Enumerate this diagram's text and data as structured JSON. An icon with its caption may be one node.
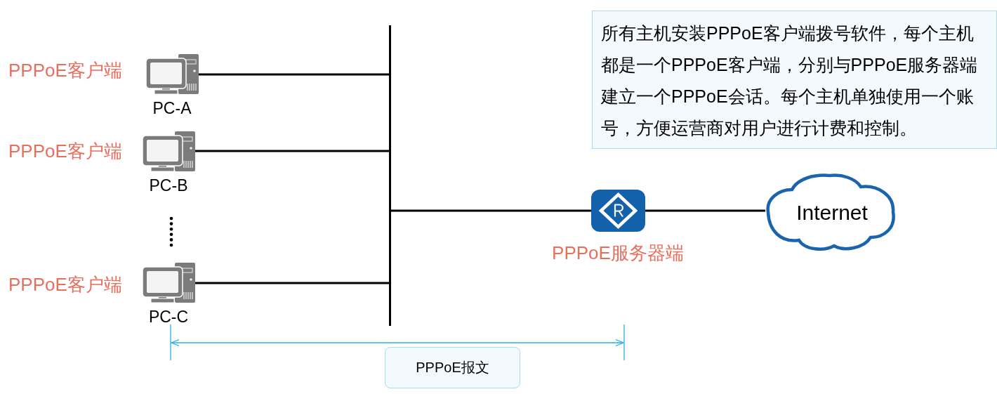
{
  "diagram": {
    "nodes": [
      {
        "text": [
          "PC-A"
        ],
        "beside": [
          "PPPoE客户端"
        ]
      },
      {
        "text": [
          "PC-B"
        ],
        "beside": [
          "PPPoE客户端"
        ]
      },
      {
        "text": [
          "PC-C"
        ],
        "beside": [
          "PPPoE客户端"
        ]
      },
      {
        "text": [],
        "shape": "bar"
      },
      {
        "text": [],
        "shape": "picture",
        "beside": [
          "PPPoE服务器端"
        ]
      },
      {
        "text": [
          "Internet"
        ]
      },
      {
        "text": [
          "所有主机安装PPPoE客户端拨号软件，每个主机都是一个PPPoE客户端，分别与PPPoE服务器端建立一个PPPoE会话。每个主机单独使用一个账号，方便运营商对用户进行计费和控制。"
        ]
      },
      {
        "text": [
          "PPPoE报文"
        ]
      }
    ],
    "edges": [
      {
        "from": 0,
        "to": 3,
        "arrow": "none"
      },
      {
        "from": 1,
        "to": 3,
        "arrow": "none"
      },
      {
        "from": 2,
        "to": 3,
        "arrow": "none"
      },
      {
        "from": 3,
        "to": 4,
        "arrow": "none"
      },
      {
        "from": 4,
        "to": 5,
        "arrow": "none"
      }
    ]
  }
}
